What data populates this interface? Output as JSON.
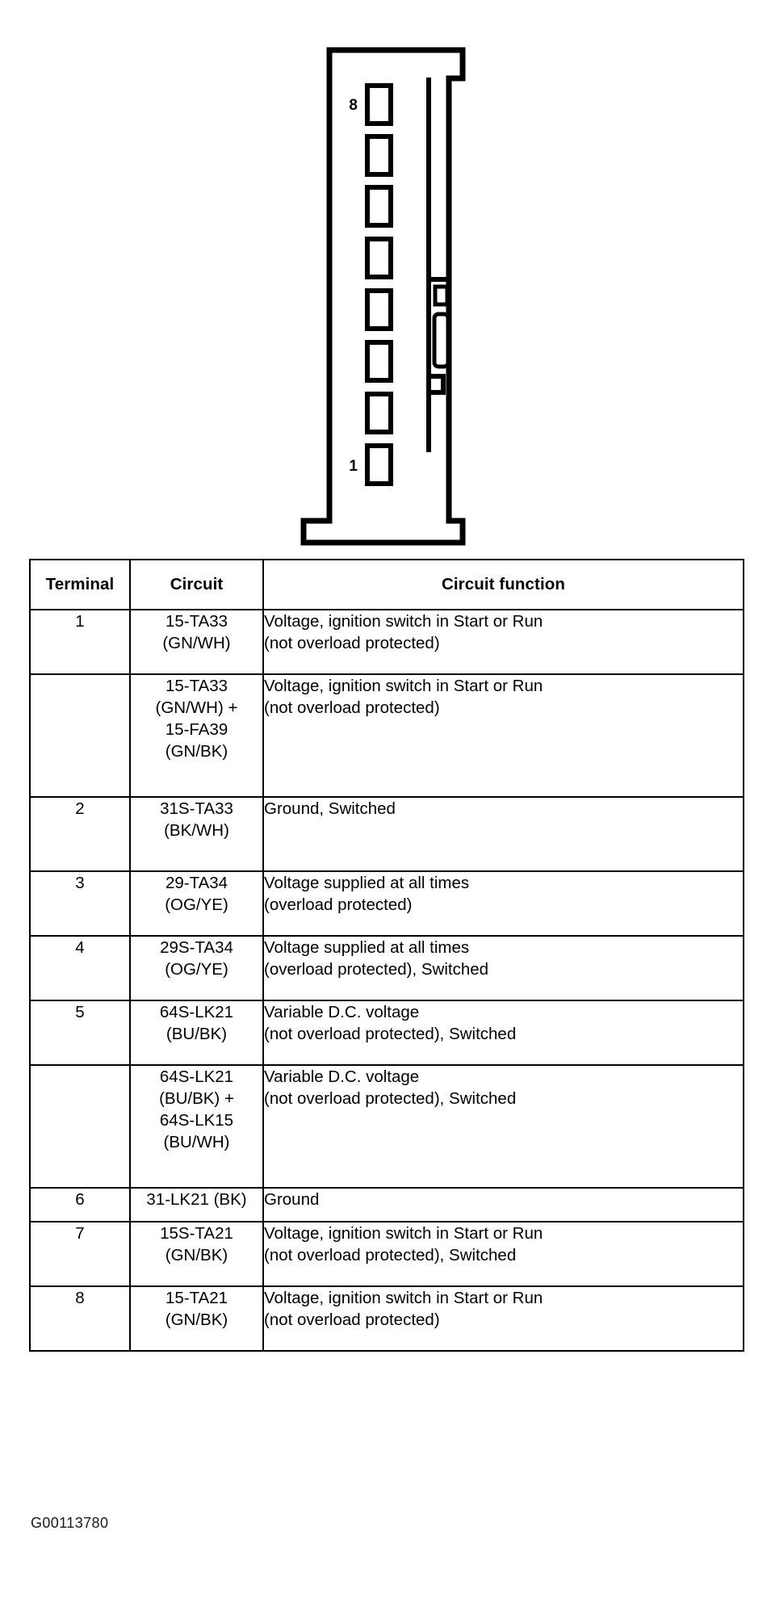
{
  "figure": {
    "id_label": "G00113780",
    "connector": {
      "name": "8-way connector face view",
      "top_pin_label": "8",
      "bottom_pin_label": "1",
      "cavity_count": 8,
      "latch_label": "side-latch-detail"
    }
  },
  "table": {
    "headers": {
      "terminal": "Terminal",
      "circuit": "Circuit",
      "function": "Circuit function"
    },
    "rows": [
      {
        "terminal": "1",
        "circuit": "15-TA33\n(GN/WH)",
        "function": "Voltage, ignition switch in Start or Run\n(not overload protected)",
        "height_class": "r-h1"
      },
      {
        "terminal": "",
        "circuit": "15-TA33\n(GN/WH) +\n15-FA39\n(GN/BK)",
        "function": "Voltage, ignition switch in Start or Run\n(not overload protected)",
        "height_class": "r-h2"
      },
      {
        "terminal": "2",
        "circuit": "31S-TA33\n(BK/WH)",
        "function": "Ground, Switched",
        "height_class": "r-h3"
      },
      {
        "terminal": "3",
        "circuit": "29-TA34\n(OG/YE)",
        "function": "Voltage supplied at all times\n(overload protected)",
        "height_class": "r-h1"
      },
      {
        "terminal": "4",
        "circuit": "29S-TA34\n(OG/YE)",
        "function": "Voltage supplied at all times\n(overload protected), Switched",
        "height_class": "r-h1"
      },
      {
        "terminal": "5",
        "circuit": "64S-LK21\n(BU/BK)",
        "function": "Variable D.C. voltage\n(not overload protected), Switched",
        "height_class": "r-h1"
      },
      {
        "terminal": "",
        "circuit": "64S-LK21\n(BU/BK) +\n64S-LK15\n(BU/WH)",
        "function": "Variable D.C. voltage\n(not overload protected), Switched",
        "height_class": "r-h2"
      },
      {
        "terminal": "6",
        "circuit": "31-LK21 (BK)",
        "function": "Ground",
        "height_class": "r-h4"
      },
      {
        "terminal": "7",
        "circuit": "15S-TA21\n(GN/BK)",
        "function": "Voltage, ignition switch in Start or Run\n(not overload protected), Switched",
        "height_class": "r-h1"
      },
      {
        "terminal": "8",
        "circuit": "15-TA21\n(GN/BK)",
        "function": "Voltage, ignition switch in Start or Run\n(not overload protected)",
        "height_class": "r-h1"
      }
    ]
  },
  "colors": {
    "ink": "#000000",
    "paper": "#ffffff"
  }
}
